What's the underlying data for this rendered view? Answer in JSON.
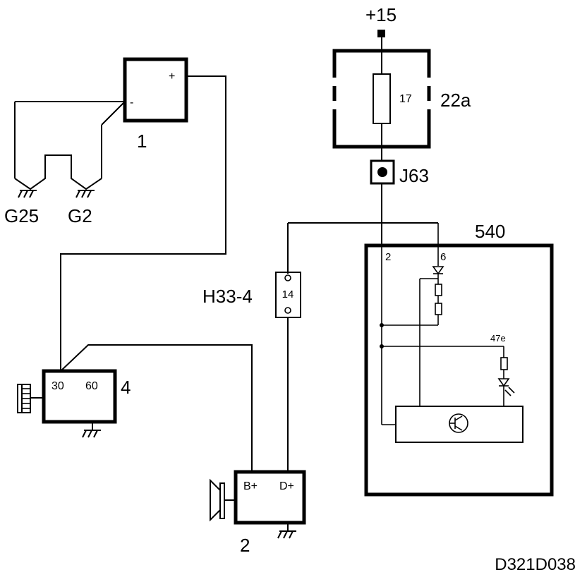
{
  "supply": {
    "label": "+15"
  },
  "fusebox": {
    "id": "22a",
    "fuse_number": "17"
  },
  "connector_j63": {
    "label": "J63"
  },
  "component_540": {
    "label": "540",
    "pin_left": "2",
    "pin_right": "6",
    "pin_led": "47e"
  },
  "connector_h33": {
    "label": "H33-4",
    "pin": "14"
  },
  "battery": {
    "label": "1",
    "plus": "+",
    "minus": "-"
  },
  "grounds": {
    "g25": "G25",
    "g2": "G2"
  },
  "starter": {
    "label": "4",
    "term30": "30",
    "term60": "60"
  },
  "alternator": {
    "label": "2",
    "term_bplus": "B+",
    "term_dplus": "D+"
  },
  "diagram_code": "D321D038"
}
